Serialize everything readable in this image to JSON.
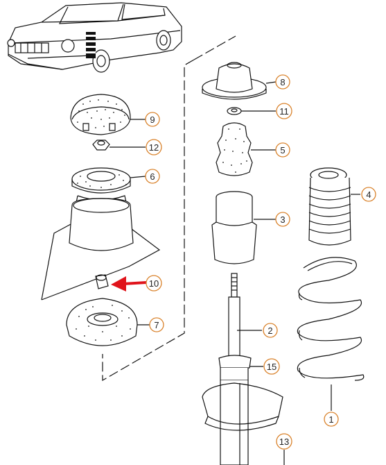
{
  "callouts": [
    {
      "id": "c1",
      "text": "1"
    },
    {
      "id": "c2",
      "text": "2"
    },
    {
      "id": "c3",
      "text": "3"
    },
    {
      "id": "c4",
      "text": "4"
    },
    {
      "id": "c5",
      "text": "5"
    },
    {
      "id": "c6",
      "text": "6"
    },
    {
      "id": "c7",
      "text": "7"
    },
    {
      "id": "c8",
      "text": "8"
    },
    {
      "id": "c9",
      "text": "9"
    },
    {
      "id": "c10",
      "text": "10"
    },
    {
      "id": "c11",
      "text": "11"
    },
    {
      "id": "c12",
      "text": "12"
    },
    {
      "id": "c13",
      "text": "13"
    },
    {
      "id": "c15",
      "text": "15"
    }
  ],
  "colors": {
    "ink": "#111111",
    "callout_ring": "#d9822b",
    "arrow": "#e0141b"
  },
  "icons": {
    "pointer": "red-arrow-icon"
  }
}
